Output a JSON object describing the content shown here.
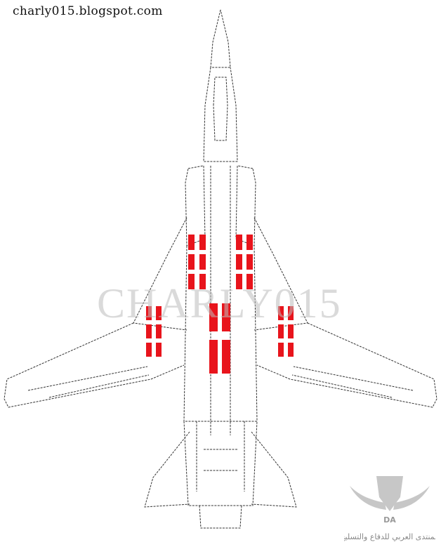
{
  "credit": "charly015.blogspot.com",
  "watermark": "CHARLY015",
  "logo": {
    "emblem_text": "DA",
    "forum_name": "المنتدى العربي للدفاع والتسليح"
  },
  "colors": {
    "line": "#333333",
    "ordnance": "#e8141c",
    "watermark": "#bdbdbd",
    "background": "#ffffff"
  },
  "ordnance": {
    "description": "red munitions shown on underside stations",
    "count_visible": 28
  }
}
